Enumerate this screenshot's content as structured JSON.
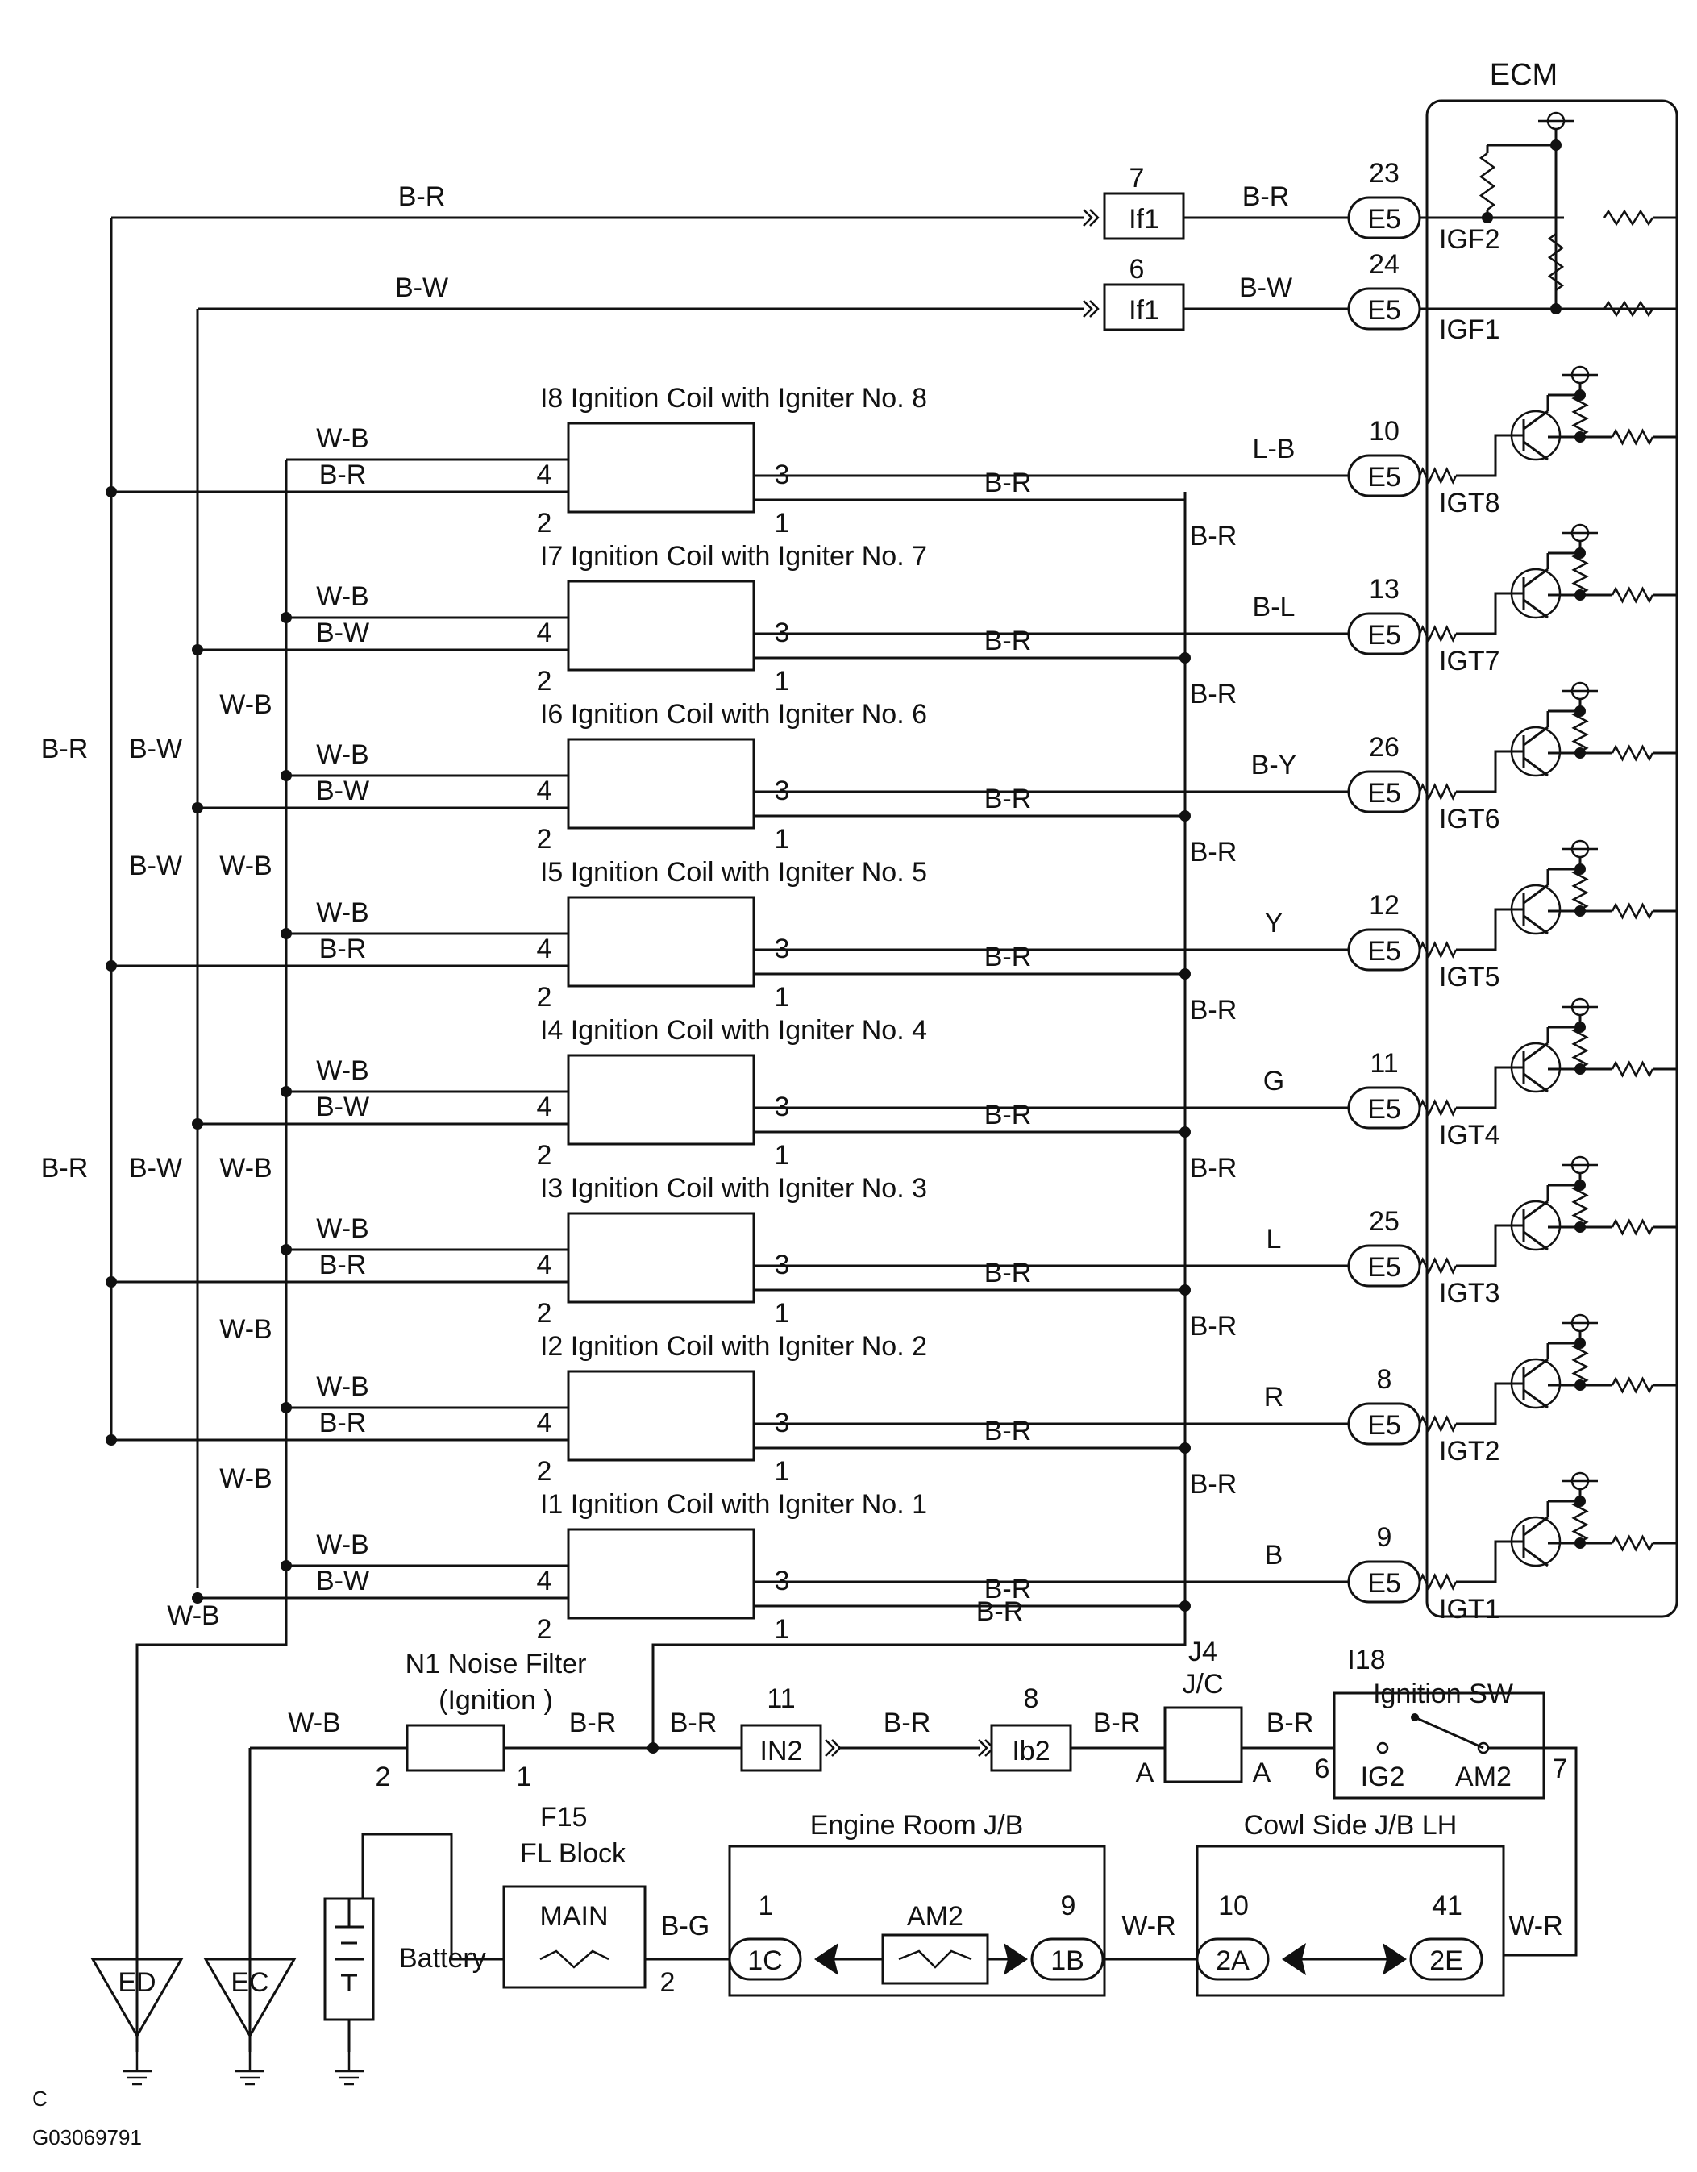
{
  "ecm": {
    "title": "ECM",
    "igf2": {
      "pin": "23",
      "conn": "E5",
      "label": "IGF2",
      "wire": "B-R",
      "relay_pin": "7",
      "relay": "If1"
    },
    "igf1": {
      "pin": "24",
      "conn": "E5",
      "label": "IGF1",
      "wire": "B-W",
      "relay_pin": "6",
      "relay": "If1"
    }
  },
  "left_wires": {
    "igf2_line": "B-R",
    "igf1_line": "B-W",
    "vertical_labels": [
      {
        "text": "B-R"
      },
      {
        "text": "B-W"
      },
      {
        "text": "W-B"
      },
      {
        "text": "B-W"
      },
      {
        "text": "W-B"
      },
      {
        "text": "B-R"
      },
      {
        "text": "B-W"
      },
      {
        "text": "W-B"
      },
      {
        "text": "W-B"
      },
      {
        "text": "W-B"
      }
    ]
  },
  "coils": [
    {
      "title": "I8 Ignition Coil with Igniter No. 8",
      "wb": "W-B",
      "feed": "B-R",
      "p4": "4",
      "p2": "2",
      "p3": "3",
      "p1": "1",
      "out": "B-R",
      "sig": "L-B",
      "pin": "10",
      "conn": "E5",
      "igt": "IGT8",
      "right_note": ""
    },
    {
      "title": "I7 Ignition Coil with Igniter No. 7",
      "wb": "W-B",
      "feed": "B-W",
      "p4": "4",
      "p2": "2",
      "p3": "3",
      "p1": "1",
      "out": "B-R",
      "sig": "B-L",
      "pin": "13",
      "conn": "E5",
      "igt": "IGT7",
      "right_note": "B-R"
    },
    {
      "title": "I6 Ignition Coil with Igniter No. 6",
      "wb": "W-B",
      "feed": "B-W",
      "p4": "4",
      "p2": "2",
      "p3": "3",
      "p1": "1",
      "out": "B-R",
      "sig": "B-Y",
      "pin": "26",
      "conn": "E5",
      "igt": "IGT6",
      "right_note": "B-R"
    },
    {
      "title": "I5 Ignition Coil with Igniter No. 5",
      "wb": "W-B",
      "feed": "B-R",
      "p4": "4",
      "p2": "2",
      "p3": "3",
      "p1": "1",
      "out": "B-R",
      "sig": "Y",
      "pin": "12",
      "conn": "E5",
      "igt": "IGT5",
      "right_note": "B-R"
    },
    {
      "title": "I4 Ignition Coil with Igniter No. 4",
      "wb": "W-B",
      "feed": "B-W",
      "p4": "4",
      "p2": "2",
      "p3": "3",
      "p1": "1",
      "out": "B-R",
      "sig": "G",
      "pin": "11",
      "conn": "E5",
      "igt": "IGT4",
      "right_note": "B-R"
    },
    {
      "title": "I3 Ignition Coil with Igniter No. 3",
      "wb": "W-B",
      "feed": "B-R",
      "p4": "4",
      "p2": "2",
      "p3": "3",
      "p1": "1",
      "out": "B-R",
      "sig": "L",
      "pin": "25",
      "conn": "E5",
      "igt": "IGT3",
      "right_note": "B-R"
    },
    {
      "title": "I2 Ignition Coil with Igniter No. 2",
      "wb": "W-B",
      "feed": "B-R",
      "p4": "4",
      "p2": "2",
      "p3": "3",
      "p1": "1",
      "out": "B-R",
      "sig": "R",
      "pin": "8",
      "conn": "E5",
      "igt": "IGT2",
      "right_note": "B-R"
    },
    {
      "title": "I1 Ignition Coil with Igniter No. 1",
      "wb": "W-B",
      "feed": "B-W",
      "p4": "4",
      "p2": "2",
      "p3": "3",
      "p1": "1",
      "out": "B-R",
      "sig": "B",
      "pin": "9",
      "conn": "E5",
      "igt": "IGT1",
      "right_note": "B-R"
    }
  ],
  "bottom": {
    "bus_wire": "B-R",
    "ground_wire_left": "W-B",
    "noise_filter": {
      "title": "N1 Noise Filter",
      "subtitle": "(Ignition )",
      "pin_left": "2",
      "pin_right": "1",
      "wire_left": "W-B",
      "wire_right": "B-R"
    },
    "in2": {
      "pin": "11",
      "label": "IN2",
      "wire_left": "B-R",
      "wire_right": "B-R"
    },
    "ib2": {
      "pin": "8",
      "label": "Ib2",
      "wire_right": "B-R",
      "pin_below": "A"
    },
    "jc": {
      "title": "J4",
      "subtitle": "J/C",
      "pin_right": "A",
      "wire_right": "B-R"
    },
    "ign_sw": {
      "title": "I18",
      "subtitle": "Ignition SW",
      "pin_left": "6",
      "pin_right": "7",
      "term_left": "IG2",
      "term_right": "AM2"
    },
    "fl_block": {
      "title": "F15",
      "subtitle": "FL Block",
      "fuse": "MAIN",
      "wire": "B-G",
      "pin": "2"
    },
    "battery": "Battery",
    "engine_jb": {
      "title": "Engine Room J/B",
      "pin_left": "1",
      "conn_left": "1C",
      "fuse": "AM2",
      "pin_right": "9",
      "conn_right": "1B",
      "wire_out": "W-R"
    },
    "cowl_jb": {
      "title": "Cowl Side J/B LH",
      "pin_left": "10",
      "conn_left": "2A",
      "pin_right": "41",
      "conn_right": "2E",
      "wire_out": "W-R"
    },
    "grounds": {
      "ed": "ED",
      "ec": "EC"
    }
  },
  "footer": {
    "letter": "C",
    "code": "G03069791"
  }
}
